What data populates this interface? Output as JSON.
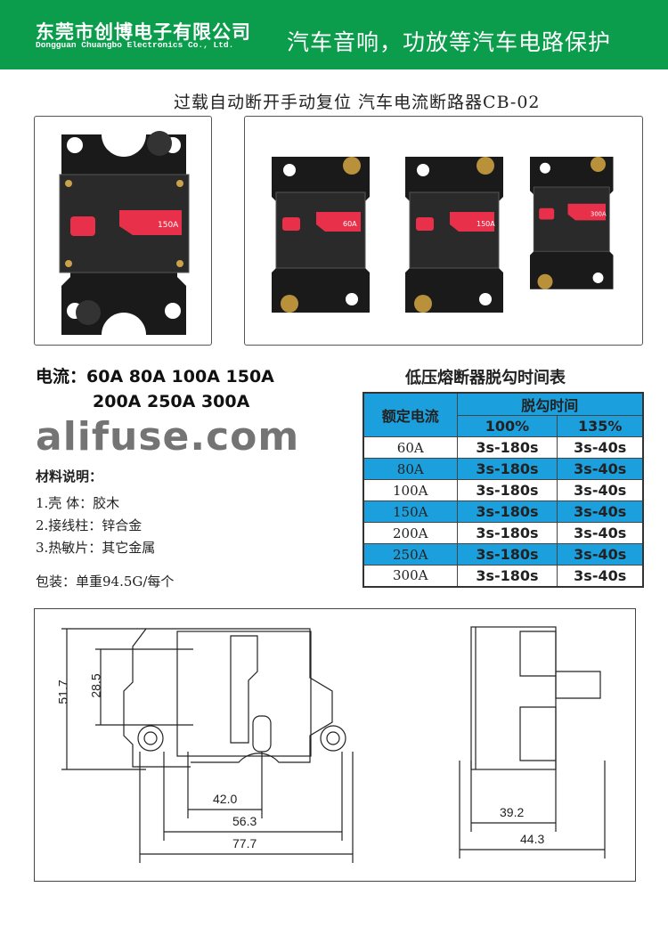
{
  "header": {
    "company_cn": "东莞市创博电子有限公司",
    "company_en": "Dongguan Chuangbo Electronics Co., Ltd.",
    "slogan": "汽车音响，功放等汽车电路保护"
  },
  "title": "过载自动断开手动复位 汽车电流断路器CB-02",
  "photos": {
    "main_label": "150A",
    "labels": [
      "60A",
      "150A",
      "300A"
    ]
  },
  "current": {
    "label": "电流：",
    "line1": "60A 80A 100A 150A",
    "line2": "200A 250A 300A"
  },
  "table": {
    "title": "低压熔断器脱勾时间表",
    "col_rated": "额定电流",
    "col_trip": "脱勾时间",
    "col_100": "100%",
    "col_135": "135%",
    "rows": [
      {
        "a": "60A",
        "p100": "3s-180s",
        "p135": "3s-40s"
      },
      {
        "a": "80A",
        "p100": "3s-180s",
        "p135": "3s-40s"
      },
      {
        "a": "100A",
        "p100": "3s-180s",
        "p135": "3s-40s"
      },
      {
        "a": "150A",
        "p100": "3s-180s",
        "p135": "3s-40s"
      },
      {
        "a": "200A",
        "p100": "3s-180s",
        "p135": "3s-40s"
      },
      {
        "a": "250A",
        "p100": "3s-180s",
        "p135": "3s-40s"
      },
      {
        "a": "300A",
        "p100": "3s-180s",
        "p135": "3s-40s"
      }
    ]
  },
  "watermark": "alifuse.com",
  "materials": {
    "title": "材料说明：",
    "items": [
      "1.壳  体：胶木",
      "2.接线柱：锌合金",
      "3.热敏片：其它金属"
    ],
    "package": "包装：单重94.5G/每个"
  },
  "dimensions": {
    "h_total": "51.7",
    "h_inner": "28.5",
    "w1": "42.0",
    "w2": "56.3",
    "w3": "77.7",
    "s1": "39.2",
    "s2": "44.3"
  }
}
